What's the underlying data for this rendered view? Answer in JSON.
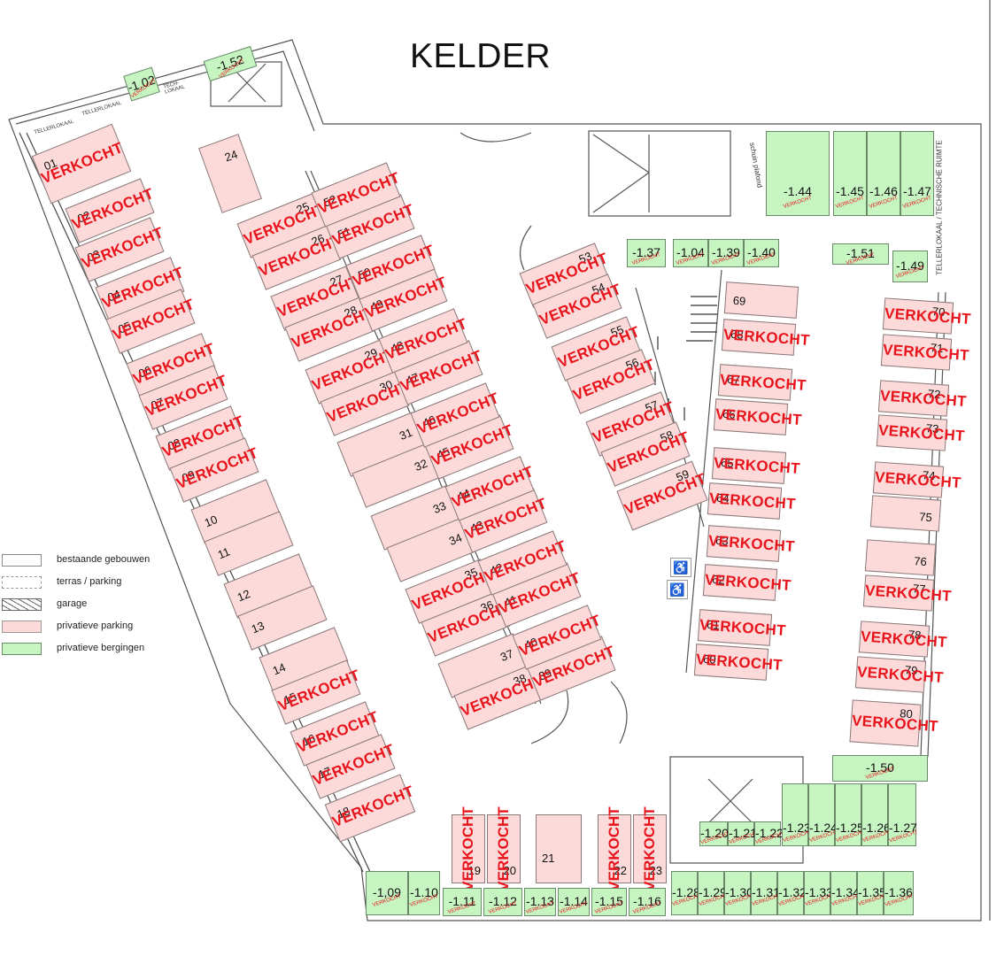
{
  "title": "KELDER",
  "sold_label": "VERKOCHT",
  "colors": {
    "parking_fill": "#fcdada",
    "storage_fill": "#c6f5c2",
    "sold_text": "#e8141c",
    "line": "#555555"
  },
  "legend": [
    {
      "label": "bestaande gebouwen",
      "style": "solid-outline"
    },
    {
      "label": "terras / parking",
      "style": "dashed-outline"
    },
    {
      "label": "garage",
      "style": "hatched"
    },
    {
      "label": "privatieve parking",
      "style": "pink-fill"
    },
    {
      "label": "privatieve bergingen",
      "style": "green-fill"
    }
  ],
  "room_labels": {
    "tellerlokaal_1": "TELLERLOKAAL",
    "tellerlokaal_2": "TELLERLOKAAL",
    "techlokaal": "TECH-LOKAAL",
    "schuin_plafond": "schuin plafond",
    "tellerlokaal_technische": "TELLERLOKAAL / TECHNISCHE RUIMTE"
  },
  "parking": [
    {
      "num": "01",
      "sold": true
    },
    {
      "num": "02",
      "sold": true
    },
    {
      "num": "03",
      "sold": true
    },
    {
      "num": "04",
      "sold": true
    },
    {
      "num": "05",
      "sold": true
    },
    {
      "num": "06",
      "sold": true
    },
    {
      "num": "07",
      "sold": true
    },
    {
      "num": "08",
      "sold": true
    },
    {
      "num": "09",
      "sold": true
    },
    {
      "num": "10",
      "sold": false
    },
    {
      "num": "11",
      "sold": false
    },
    {
      "num": "12",
      "sold": false
    },
    {
      "num": "13",
      "sold": false
    },
    {
      "num": "14",
      "sold": false
    },
    {
      "num": "15",
      "sold": true
    },
    {
      "num": "16",
      "sold": true
    },
    {
      "num": "17",
      "sold": true
    },
    {
      "num": "18",
      "sold": true
    },
    {
      "num": "19",
      "sold": true
    },
    {
      "num": "20",
      "sold": true
    },
    {
      "num": "21",
      "sold": false
    },
    {
      "num": "22",
      "sold": true
    },
    {
      "num": "23",
      "sold": true
    },
    {
      "num": "24",
      "sold": false
    },
    {
      "num": "25",
      "sold": true
    },
    {
      "num": "26",
      "sold": true
    },
    {
      "num": "27",
      "sold": true
    },
    {
      "num": "28",
      "sold": true
    },
    {
      "num": "29",
      "sold": true
    },
    {
      "num": "30",
      "sold": true
    },
    {
      "num": "31",
      "sold": false
    },
    {
      "num": "32",
      "sold": false
    },
    {
      "num": "33",
      "sold": false
    },
    {
      "num": "34",
      "sold": false
    },
    {
      "num": "35",
      "sold": true
    },
    {
      "num": "36",
      "sold": true
    },
    {
      "num": "37",
      "sold": false
    },
    {
      "num": "38",
      "sold": true
    },
    {
      "num": "39",
      "sold": true
    },
    {
      "num": "40",
      "sold": true
    },
    {
      "num": "41",
      "sold": true
    },
    {
      "num": "42",
      "sold": true
    },
    {
      "num": "43",
      "sold": true
    },
    {
      "num": "44",
      "sold": true
    },
    {
      "num": "45",
      "sold": true
    },
    {
      "num": "46",
      "sold": true
    },
    {
      "num": "47",
      "sold": true
    },
    {
      "num": "48",
      "sold": true
    },
    {
      "num": "49",
      "sold": true
    },
    {
      "num": "50",
      "sold": true
    },
    {
      "num": "51",
      "sold": true
    },
    {
      "num": "52",
      "sold": true
    },
    {
      "num": "53",
      "sold": true
    },
    {
      "num": "54",
      "sold": true
    },
    {
      "num": "55",
      "sold": true
    },
    {
      "num": "56",
      "sold": true
    },
    {
      "num": "57",
      "sold": true
    },
    {
      "num": "58",
      "sold": true
    },
    {
      "num": "59",
      "sold": true
    },
    {
      "num": "60",
      "sold": true
    },
    {
      "num": "61",
      "sold": true
    },
    {
      "num": "62",
      "sold": true
    },
    {
      "num": "63",
      "sold": true
    },
    {
      "num": "64",
      "sold": true
    },
    {
      "num": "65",
      "sold": true
    },
    {
      "num": "66",
      "sold": true
    },
    {
      "num": "67",
      "sold": true
    },
    {
      "num": "68",
      "sold": true
    },
    {
      "num": "69",
      "sold": false
    },
    {
      "num": "70",
      "sold": true
    },
    {
      "num": "71",
      "sold": true
    },
    {
      "num": "72",
      "sold": true
    },
    {
      "num": "73",
      "sold": true
    },
    {
      "num": "74",
      "sold": true
    },
    {
      "num": "75",
      "sold": false
    },
    {
      "num": "76",
      "sold": false
    },
    {
      "num": "77",
      "sold": true
    },
    {
      "num": "78",
      "sold": true
    },
    {
      "num": "79",
      "sold": true
    },
    {
      "num": "80",
      "sold": true
    }
  ],
  "storage": [
    {
      "num": "-1.02",
      "sold": true
    },
    {
      "num": "-1.52",
      "sold": true
    },
    {
      "num": "-1.37",
      "sold": true
    },
    {
      "num": "-1.04",
      "sold": true
    },
    {
      "num": "-1.39",
      "sold": true
    },
    {
      "num": "-1.40",
      "sold": true
    },
    {
      "num": "-1.51",
      "sold": true
    },
    {
      "num": "-1.49",
      "sold": true
    },
    {
      "num": "-1.44",
      "sold": true
    },
    {
      "num": "-1.45",
      "sold": true
    },
    {
      "num": "-1.46",
      "sold": true
    },
    {
      "num": "-1.47",
      "sold": true
    },
    {
      "num": "-1.50",
      "sold": true
    },
    {
      "num": "-1.20",
      "sold": true
    },
    {
      "num": "-1.21",
      "sold": true
    },
    {
      "num": "-1.22",
      "sold": true
    },
    {
      "num": "-1.23",
      "sold": true
    },
    {
      "num": "-1.24",
      "sold": true
    },
    {
      "num": "-1.25",
      "sold": true
    },
    {
      "num": "-1.26",
      "sold": true
    },
    {
      "num": "-1.27",
      "sold": true
    },
    {
      "num": "-1.28",
      "sold": true
    },
    {
      "num": "-1.29",
      "sold": true
    },
    {
      "num": "-1.30",
      "sold": true
    },
    {
      "num": "-1.31",
      "sold": true
    },
    {
      "num": "-1.32",
      "sold": true
    },
    {
      "num": "-1.33",
      "sold": true
    },
    {
      "num": "-1.34",
      "sold": true
    },
    {
      "num": "-1.35",
      "sold": true
    },
    {
      "num": "-1.36",
      "sold": true
    },
    {
      "num": "-1,09",
      "sold": true
    },
    {
      "num": "-1.10",
      "sold": true
    },
    {
      "num": "-1.11",
      "sold": true
    },
    {
      "num": "-1.12",
      "sold": true
    },
    {
      "num": "-1.13",
      "sold": true
    },
    {
      "num": "-1.14",
      "sold": true
    },
    {
      "num": "-1.15",
      "sold": true
    },
    {
      "num": "-1.16",
      "sold": true
    }
  ]
}
